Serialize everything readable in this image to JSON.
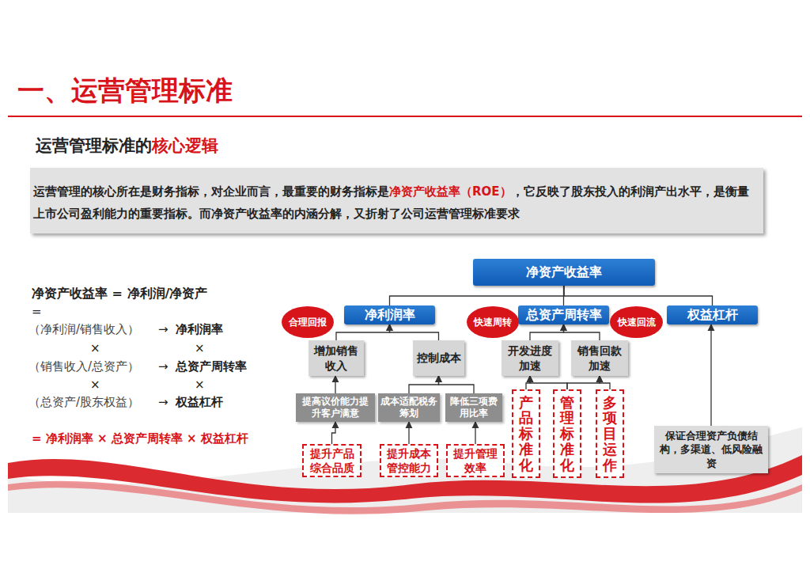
{
  "diagram": {
    "title": "一、运营管理标准",
    "nodes": [
      {
        "text": [
          "运营管理的核心所在是财务指标，对企业而言，最重要的财务指标是",
          "净资产收益率（ROE）",
          "，它反映了股东投入的利润产出水平，是衡量上市公司盈利能力的重要指标。而净资产收益率的内涵分解，又折射了公司运营管理标准要求"
        ]
      },
      {
        "text": [
          "净资产收益率"
        ]
      },
      {
        "text": [
          "净利润率"
        ]
      },
      {
        "text": [
          "总资产周转率"
        ]
      },
      {
        "text": [
          "权益杠杆"
        ]
      },
      {
        "text": [
          "合理回报"
        ]
      },
      {
        "text": [
          "快速周转"
        ]
      },
      {
        "text": [
          "快速回流"
        ]
      },
      {
        "text": [
          "增加销售收入"
        ]
      },
      {
        "text": [
          "控制成本"
        ]
      },
      {
        "text": [
          "开发进度加速"
        ]
      },
      {
        "text": [
          "销售回款加速"
        ]
      },
      {
        "text": [
          "提高议价能力提升客户满意"
        ]
      },
      {
        "text": [
          "成本适配税务筹划"
        ]
      },
      {
        "text": [
          "降低三项费用比率"
        ]
      },
      {
        "text": [
          "产品标准化"
        ]
      },
      {
        "text": [
          "管理标准化"
        ]
      },
      {
        "text": [
          "多项目运作"
        ]
      },
      {
        "text": [
          "保证合理资产负债结构，多渠道、低风险融资"
        ]
      },
      {
        "text": [
          "提升产品综合品质"
        ]
      },
      {
        "text": [
          "提升成本管控能力"
        ]
      },
      {
        "text": [
          "提升管理效率"
        ]
      }
    ],
    "edges": [
      {
        "from": 2,
        "to": 1,
        "arrow": "none"
      },
      {
        "from": 3,
        "to": 1,
        "arrow": "none"
      },
      {
        "from": 4,
        "to": 1,
        "arrow": "none"
      },
      {
        "from": 8,
        "to": 2,
        "arrow": "to"
      },
      {
        "from": 9,
        "to": 2,
        "arrow": "to"
      },
      {
        "from": 10,
        "to": 3,
        "arrow": "to"
      },
      {
        "from": 11,
        "to": 3,
        "arrow": "to"
      },
      {
        "from": 12,
        "to": 8,
        "arrow": "to"
      },
      {
        "from": 13,
        "to": 9,
        "arrow": "to"
      },
      {
        "from": 14,
        "to": 9,
        "arrow": "to"
      },
      {
        "from": 15,
        "to": 10,
        "arrow": "to"
      },
      {
        "from": 16,
        "to": 10,
        "arrow": "to"
      },
      {
        "from": 16,
        "to": 11,
        "arrow": "to"
      },
      {
        "from": 17,
        "to": 11,
        "arrow": "to"
      },
      {
        "from": 19,
        "to": 12,
        "arrow": "to"
      },
      {
        "from": 20,
        "to": 13,
        "arrow": "to"
      },
      {
        "from": 21,
        "to": 14,
        "arrow": "to"
      },
      {
        "from": 18,
        "to": 4,
        "arrow": "to"
      }
    ],
    "labels": [
      "运营管理标准的",
      "核心逻辑",
      "净资产收益率 = 净利润/净资产",
      "=",
      "（净利润/销售收入）",
      "→",
      "净利润率",
      "×",
      "×",
      "（销售收入/总资产）",
      "→",
      "总资产周转率",
      "×",
      "×",
      "（总资产/股东权益）",
      "→",
      "权益杠杆",
      "= 净利润率 × 总资产周转率 × 权益杠杆"
    ]
  }
}
